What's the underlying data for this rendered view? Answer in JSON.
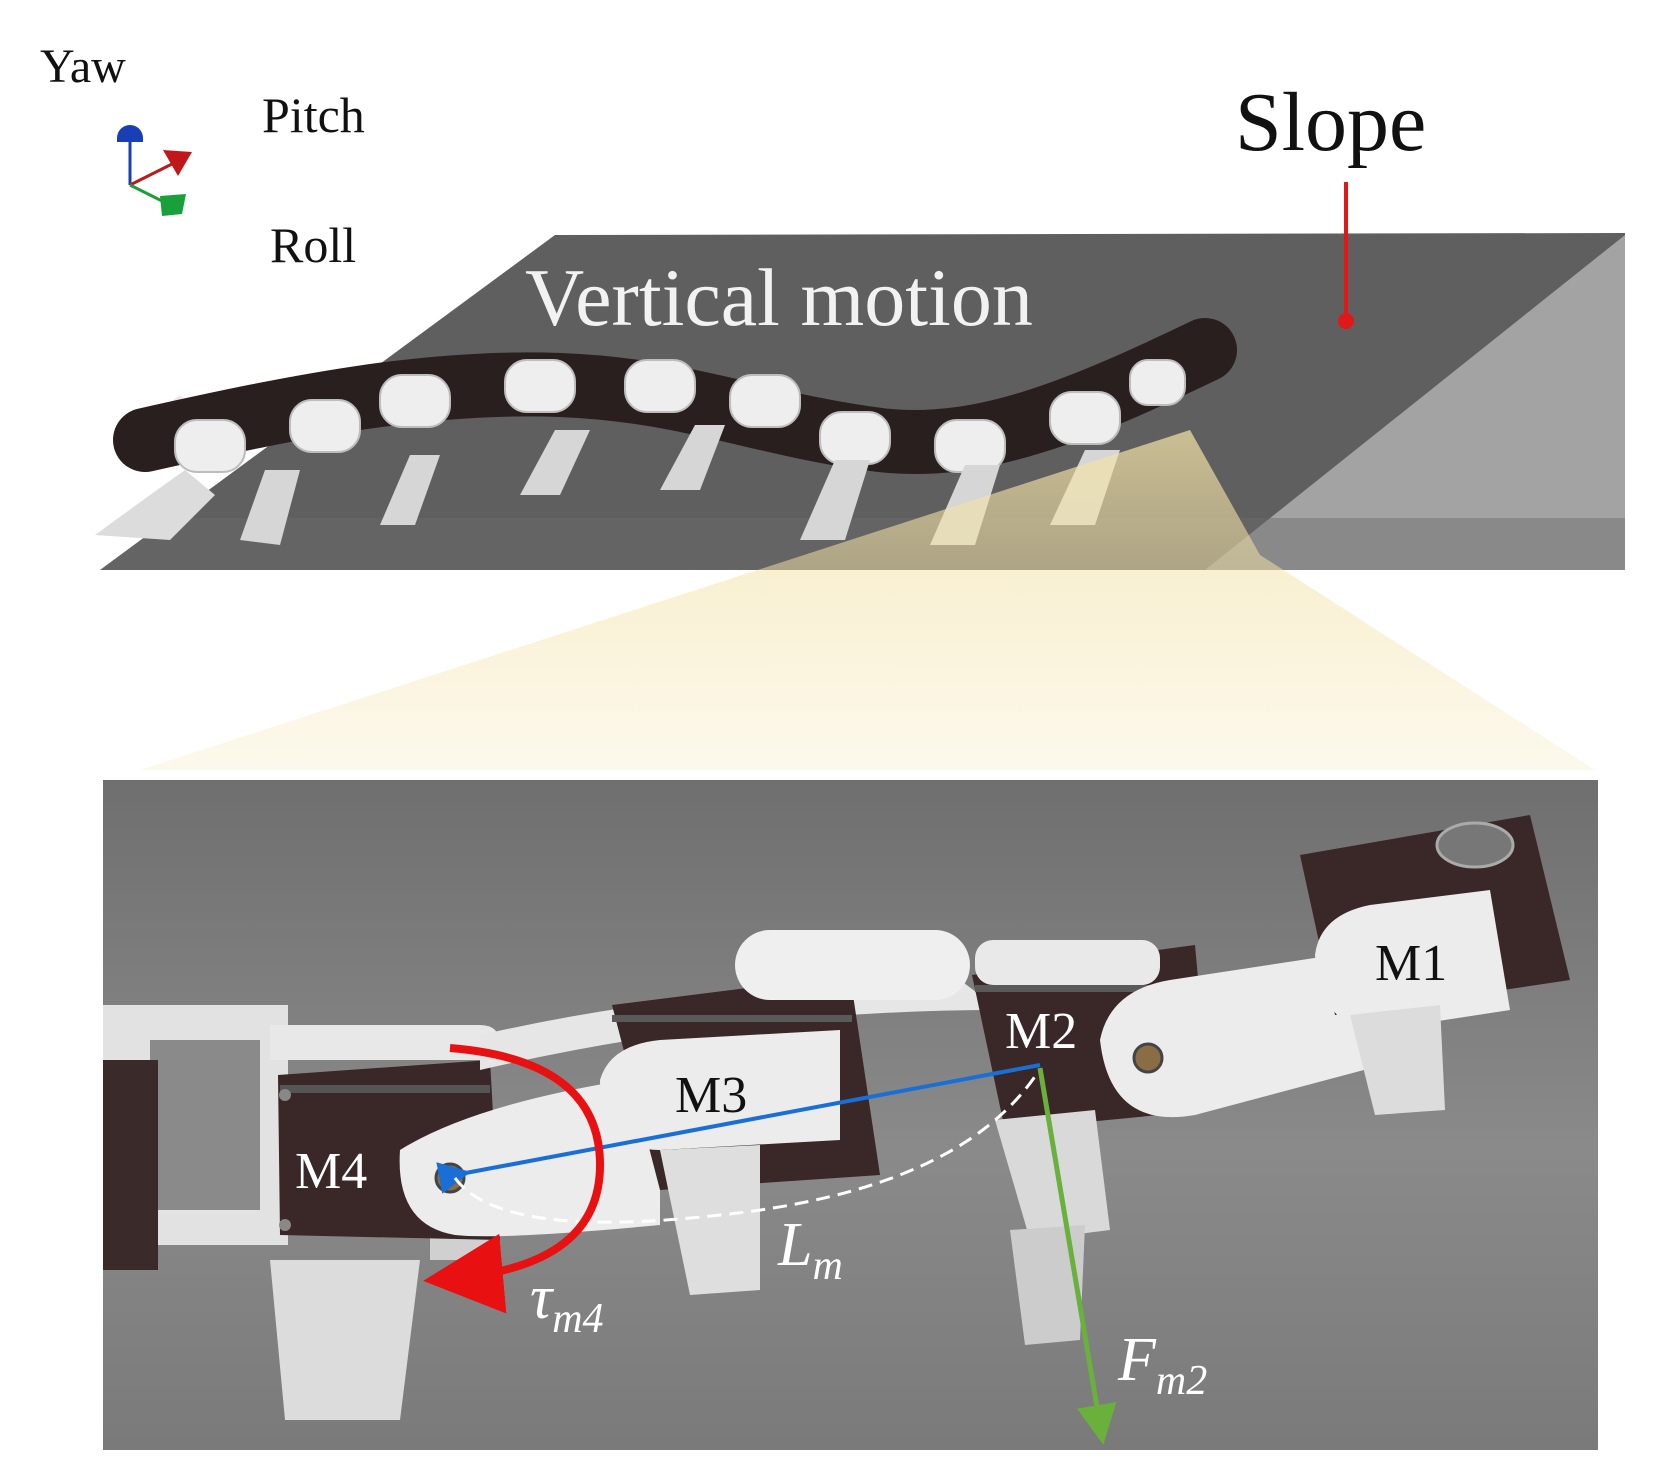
{
  "axes_legend": {
    "yaw": "Yaw",
    "pitch": "Pitch",
    "roll": "Roll"
  },
  "top_panel": {
    "slope_label": "Slope",
    "motion_label": "Vertical motion"
  },
  "bottom_panel": {
    "modules": [
      "M1",
      "M2",
      "M3",
      "M4"
    ],
    "torque_label": {
      "base": "τ",
      "sub": "m4"
    },
    "length_label": {
      "base": "L",
      "sub": "m"
    },
    "force_label": {
      "base": "F",
      "sub": "m2"
    }
  },
  "colors": {
    "slope_marker": "#e01818",
    "torque_arrow": "#e81010",
    "lever_arm": "#1a6fd6",
    "force_arrow": "#6ab03c",
    "yaw_axis": "#1a3fb5",
    "pitch_axis": "#c01818",
    "roll_axis": "#1aa03a",
    "zoom_highlight": "#f3e2a6"
  }
}
